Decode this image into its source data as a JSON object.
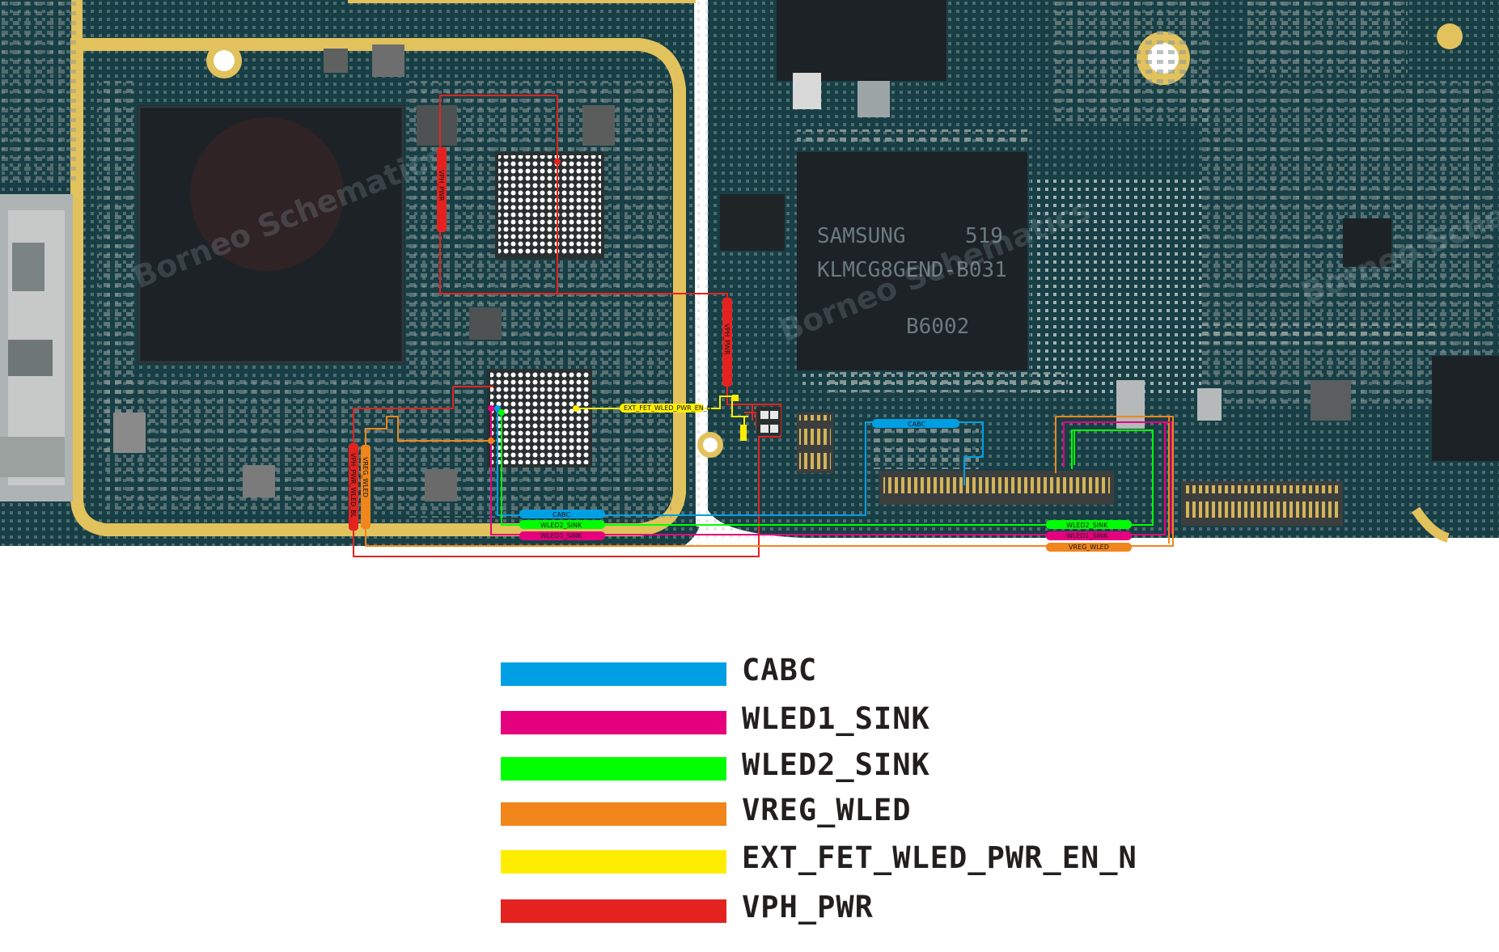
{
  "diagram": {
    "board_labels": {
      "vph_pwr_top": "VPH_PWR",
      "vph_pwr_mid": "VPH_PWR",
      "vph_pwr_wled_bl": "VPH_PWR_WLED_BL",
      "vreg_wled_vertical": "VREG_WLED",
      "ext_fet": "EXT_FET_WLED_PWR_EN_N",
      "cabc_left": "CABC",
      "wled2_left": "WLED2_SINK",
      "wled1_left": "WLED1_SINK",
      "cabc_right": "CABC",
      "wled2_right": "WLED2_SINK",
      "wled1_right": "WLED1_SINK",
      "vreg_right": "VREG_WLED"
    },
    "chip": {
      "brand": "SAMSUNG",
      "code": "519",
      "part": "KLMCG8GEND-B031",
      "lot": "B6002"
    },
    "watermark": "Borneo Schematics",
    "legend": [
      {
        "label": "CABC",
        "color": "#009fe3"
      },
      {
        "label": "WLED1_SINK",
        "color": "#e5007e"
      },
      {
        "label": "WLED2_SINK",
        "color": "#00ff00"
      },
      {
        "label": "VREG_WLED",
        "color": "#f0861c"
      },
      {
        "label": "EXT_FET_WLED_PWR_EN_N",
        "color": "#ffed00"
      },
      {
        "label": "VPH_PWR",
        "color": "#e42320"
      }
    ],
    "colors": {
      "board": "#183f46",
      "board_frame": "#e2c25c",
      "chip": "#1d2226",
      "pad": "#c8c8c8"
    }
  }
}
